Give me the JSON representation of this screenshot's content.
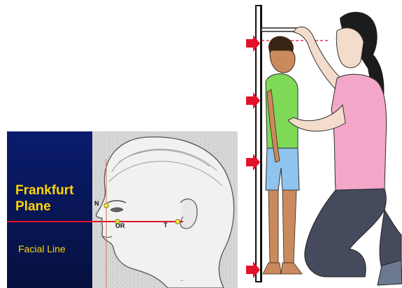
{
  "left_panel": {
    "title_line1": "Frankfurt",
    "title_line2": "Plane",
    "facial_line_label": "Facial Line",
    "points": {
      "nasion": "N",
      "orbitale": "OR",
      "tragion": "T"
    },
    "colors": {
      "background_dark": "#0d1a5c",
      "label_yellow": "#ffd400",
      "plane_line": "#e3122b"
    }
  },
  "right_panel": {
    "colors": {
      "shirt_child": "#7ed957",
      "shorts_child": "#8fc4ee",
      "shirt_adult": "#f2a7c8",
      "pants_adult": "#454a5c",
      "arrow": "#e3122b"
    }
  }
}
